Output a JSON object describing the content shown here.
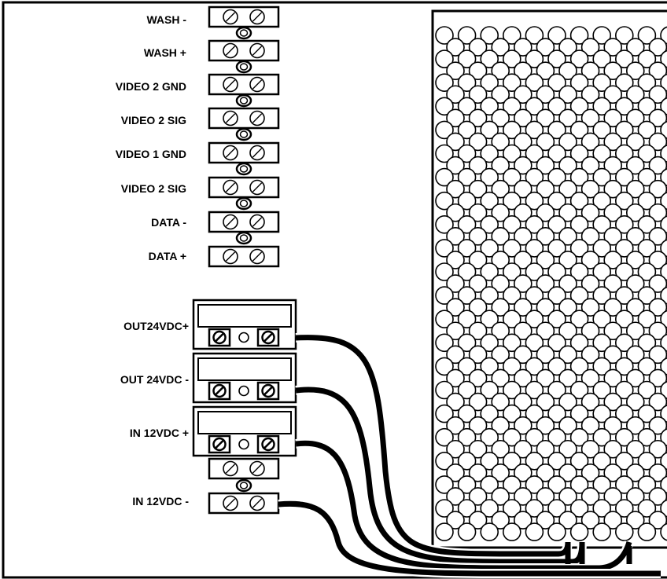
{
  "terminal_labels": [
    "WASH -",
    "WASH +",
    "VIDEO 2 GND",
    "VIDEO 2 SIG",
    "VIDEO 1 GND",
    "VIDEO 2 SIG",
    "DATA -",
    "DATA +"
  ],
  "block_labels": [
    "OUT24VDC+",
    "OUT 24VDC -",
    "IN 12VDC +"
  ],
  "bottom_terminal_label": "IN 12VDC -",
  "colors": {
    "line": "#000000",
    "background": "#ffffff"
  },
  "icons": [
    "screw-terminal-icon",
    "vent-hole-icon",
    "cable-icon"
  ]
}
